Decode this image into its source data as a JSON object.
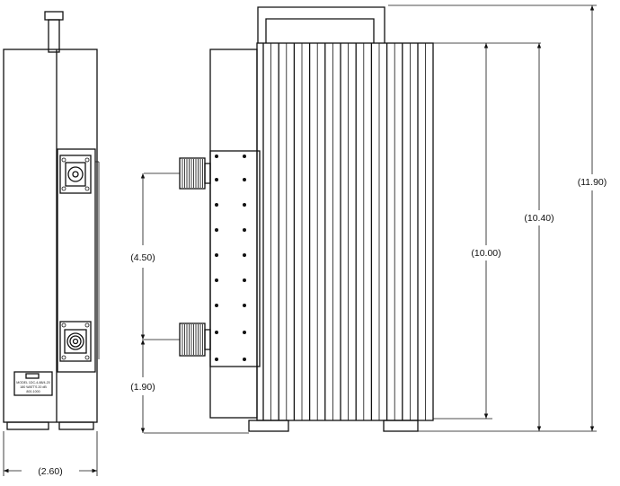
{
  "dimensions": {
    "width": "(2.60)",
    "port_spacing": "(4.50)",
    "port_height": "(1.90)",
    "body_height": "(10.00)",
    "fin_height": "(10.40)",
    "overall_height": "(11.90)"
  },
  "nameplate": {
    "line1": "MODEL 1DC-4-88/4-20",
    "line2": "180 WATTS  20 dB",
    "line3": "800-1000"
  }
}
